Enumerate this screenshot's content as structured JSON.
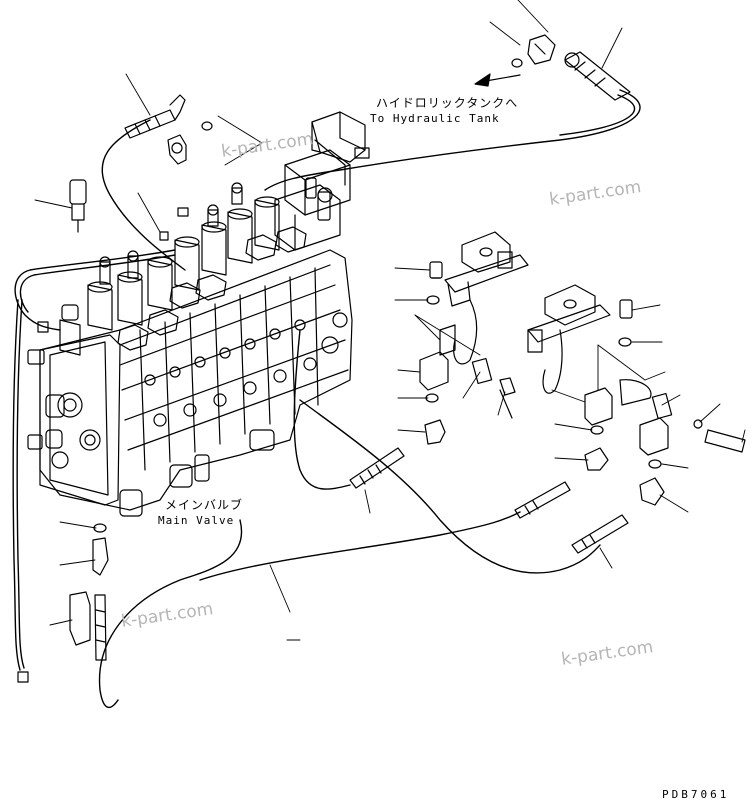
{
  "labels": {
    "tank_jp": "ハイドロリックタンクへ",
    "tank_en": "To Hydraulic Tank",
    "valve_jp": "メインバルブ",
    "valve_en": "Main Valve",
    "drawing_code": "PDB7061"
  },
  "watermarks": [
    "k-part.com",
    "k-part.com",
    "k-part.com",
    "k-part.com"
  ],
  "colors": {
    "line": "#000000",
    "watermark": "#b5b5b5",
    "background": "#ffffff"
  }
}
